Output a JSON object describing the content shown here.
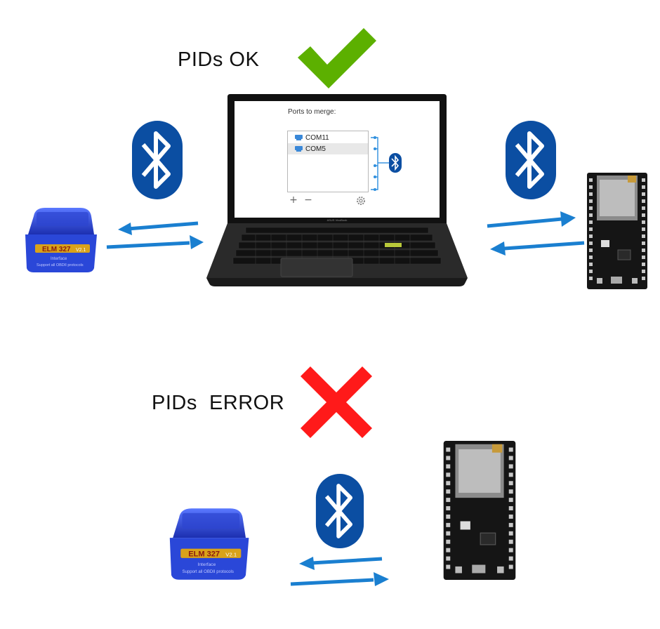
{
  "top": {
    "status_label": "PIDs OK",
    "status_icon": "checkmark-icon",
    "status_color": "#5cb000"
  },
  "bottom": {
    "status_label": "PIDs  ERROR",
    "status_icon": "cross-icon",
    "status_color": "#ff1a1a"
  },
  "laptop": {
    "brand": "ASUS VivoBook",
    "app": {
      "title": "Ports to merge:",
      "ports": [
        {
          "name": "COM11",
          "selected": false
        },
        {
          "name": "COM5",
          "selected": true
        }
      ]
    }
  },
  "adapter": {
    "brand": "ELM 327",
    "version": "V2.1",
    "line1": "Interface",
    "line2": "Support all OBDII protocols"
  },
  "colors": {
    "bluetooth": "#0b4ea2",
    "arrow": "#1a7fd0",
    "adapter_blue": "#2a47d8",
    "board": "#151515",
    "port_line": "#2e8fde"
  }
}
